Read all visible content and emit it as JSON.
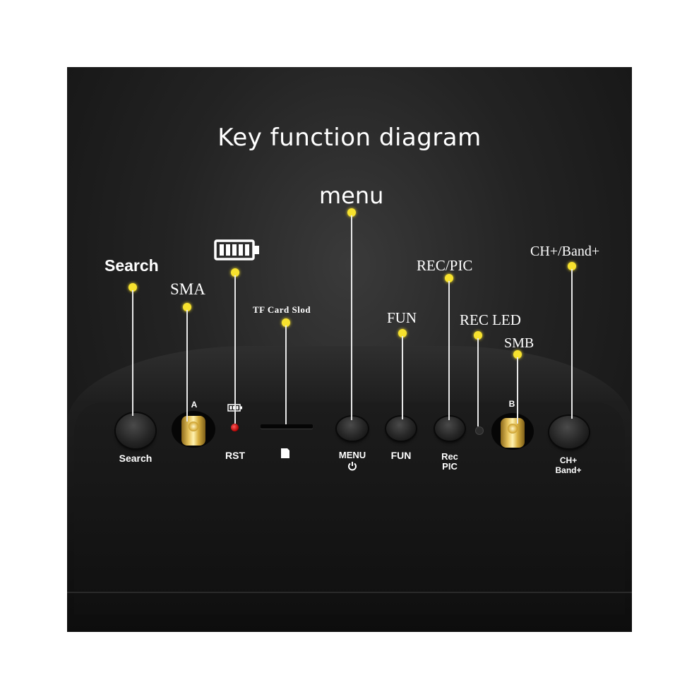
{
  "title": "Key function diagram",
  "callouts": {
    "menu": "menu",
    "search": "Search",
    "sma": "SMA",
    "tf_card": "TF Card Slod",
    "fun": "FUN",
    "rec_pic": "REC/PIC",
    "rec_led": "REC LED",
    "smb": "SMB",
    "ch_band": "CH+/Band+"
  },
  "device_labels": {
    "search": "Search",
    "antenna_a": "A",
    "rst": "RST",
    "menu": "MENU",
    "fun": "FUN",
    "rec": "Rec",
    "pic": "PIC",
    "antenna_b": "B",
    "ch": "CH+",
    "band": "Band+"
  },
  "icons": [
    "battery-icon",
    "small-battery-icon",
    "sd-card-icon",
    "power-icon"
  ],
  "colors": {
    "callout_dot": "#f7e22e",
    "callout_line": "#e8e8e8",
    "rst_led": "#d21a1a",
    "connector_gold": "#e6c25a"
  }
}
